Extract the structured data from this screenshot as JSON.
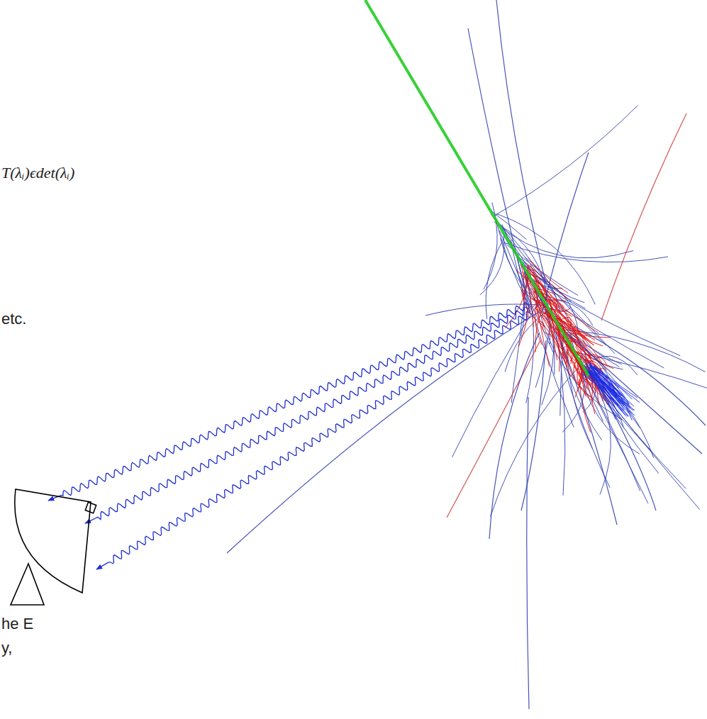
{
  "diagram": {
    "labels": [
      "T(λᵢ)ϵdet(λᵢ)",
      "etc.",
      "he E",
      "y,"
    ]
  }
}
